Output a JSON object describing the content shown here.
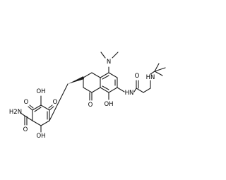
{
  "structure": {
    "atom_labels": {
      "carboxamide_nh2": "H2N",
      "amide_o": "O",
      "quinone_o_left": "O",
      "quinone_oh_top": "OH",
      "quinone_o_right": "O",
      "quinone_oh_bottom": "OH",
      "dimethylamino": "N",
      "ketone_o": "O",
      "phenol_oh": "OH",
      "amide_nh": "HN",
      "glycyl_o": "O",
      "amine_nh": "HN"
    }
  }
}
